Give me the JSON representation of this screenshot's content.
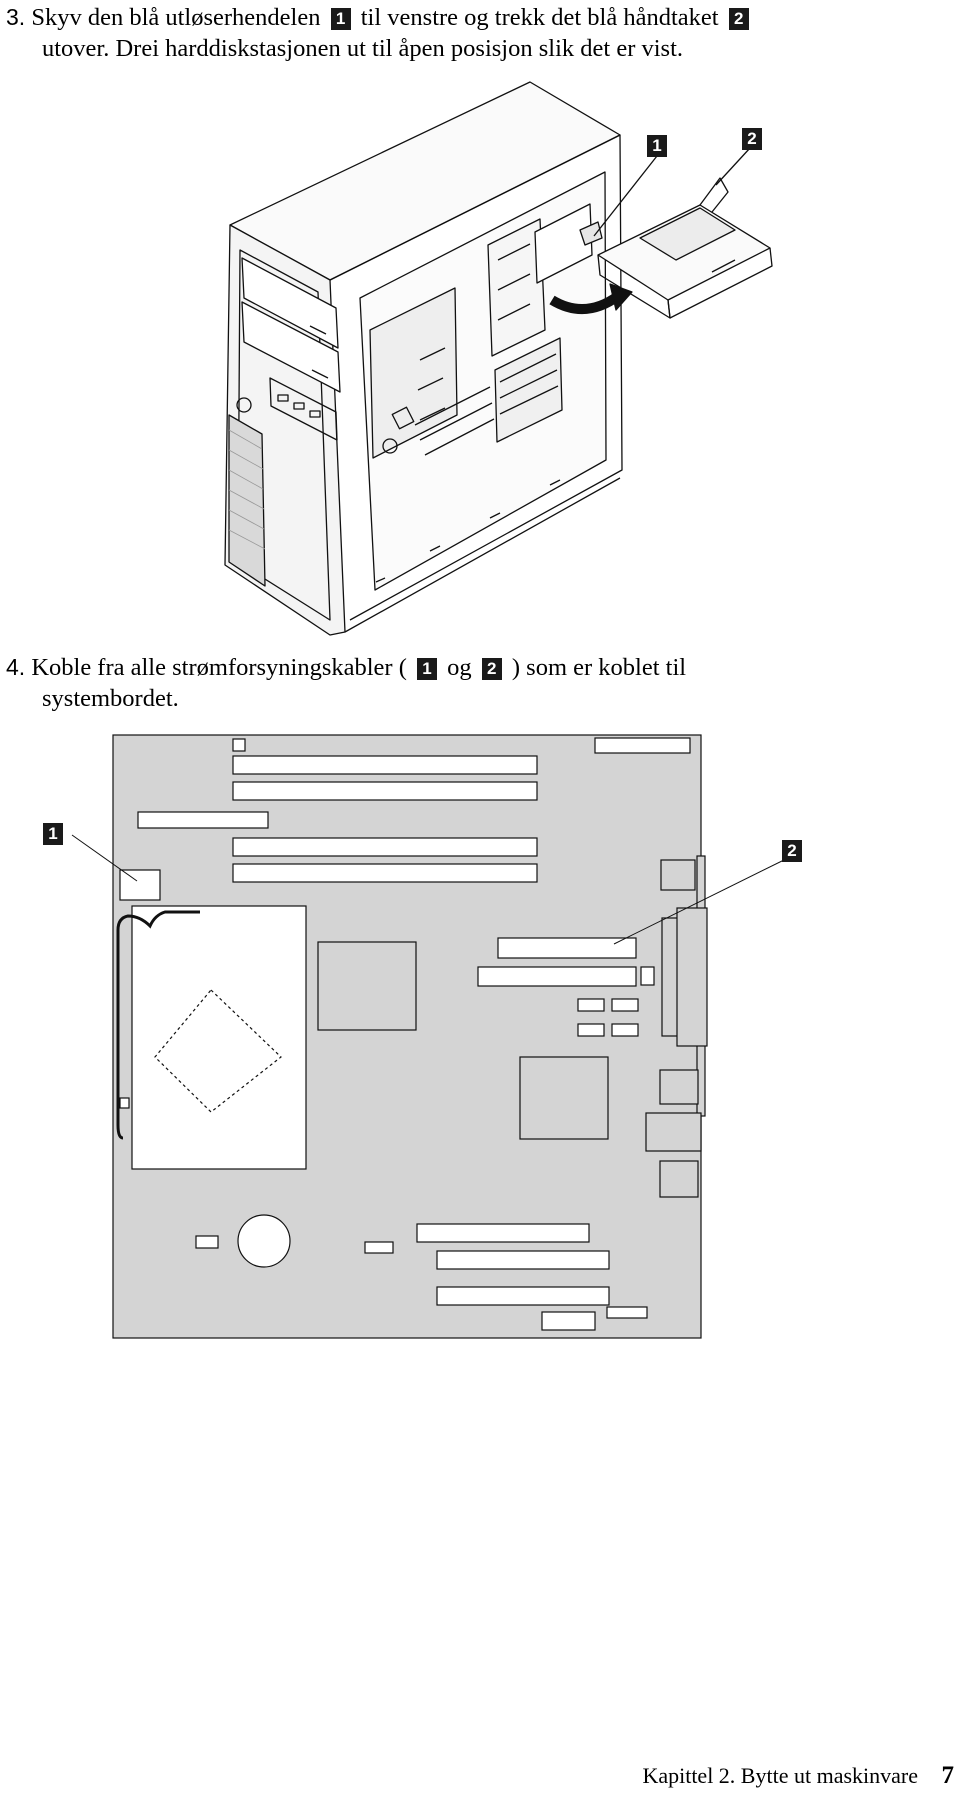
{
  "step3": {
    "number": "3.",
    "text_a": "Skyv den blå utløserhendelen",
    "text_b": "til venstre og trekk det blå håndtaket",
    "text_c": "utover. Drei harddiskstasjonen ut til åpen posisjon slik det er vist.",
    "callout_1": "1",
    "callout_2": "2"
  },
  "figure1": {
    "callout_1": "1",
    "callout_2": "2"
  },
  "step4": {
    "number": "4.",
    "text_a": "Koble fra alle strømforsyningskabler (",
    "text_og": "og",
    "text_b": ") som er koblet til",
    "text_c": "systembordet.",
    "callout_1": "1",
    "callout_2": "2"
  },
  "figure2": {
    "callout_1": "1",
    "callout_2": "2"
  },
  "footer": {
    "chapter": "Kapittel 2. Bytte ut maskinvare",
    "page_number": "7"
  }
}
